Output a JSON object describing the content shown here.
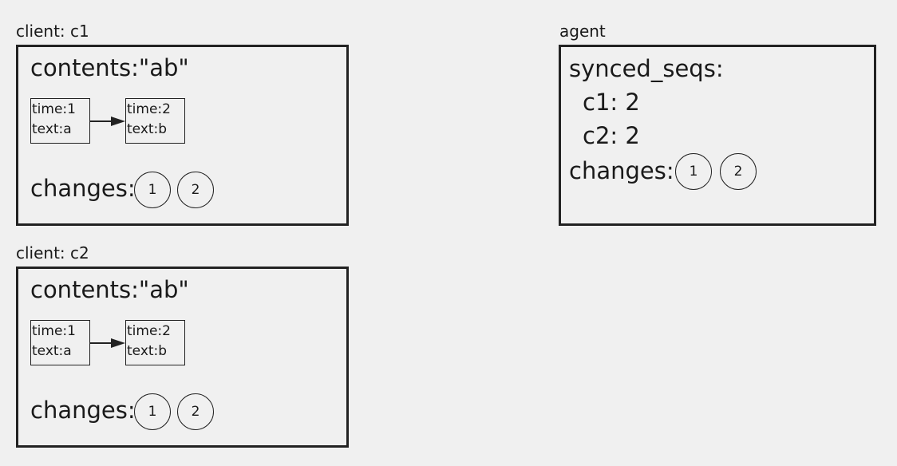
{
  "clients": [
    {
      "title": "client: c1",
      "contents": "contents:\"ab\"",
      "nodes": [
        {
          "time": "time:1",
          "text": "text:a"
        },
        {
          "time": "time:2",
          "text": "text:b"
        }
      ],
      "changes_label": "changes:",
      "changes": [
        "1",
        "2"
      ]
    },
    {
      "title": "client: c2",
      "contents": "contents:\"ab\"",
      "nodes": [
        {
          "time": "time:1",
          "text": "text:a"
        },
        {
          "time": "time:2",
          "text": "text:b"
        }
      ],
      "changes_label": "changes:",
      "changes": [
        "1",
        "2"
      ]
    }
  ],
  "agent": {
    "title": "agent",
    "synced_seqs_label": "synced_seqs:",
    "seqs": [
      "c1: 2",
      "c2: 2"
    ],
    "changes_label": "changes:",
    "changes": [
      "1",
      "2"
    ]
  }
}
